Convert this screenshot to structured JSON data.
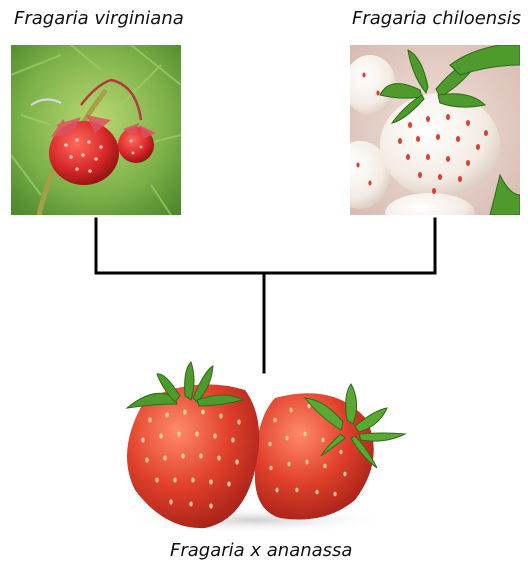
{
  "parents": {
    "left": {
      "name": "Fragaria virginiana",
      "image": "wild-red-strawberry-photo",
      "fruit_color": "#d8282a"
    },
    "right": {
      "name": "Fragaria chiloensis",
      "image": "white-pineberry-photo",
      "fruit_color": "#f3ebe3"
    }
  },
  "hybrid": {
    "name": "Fragaria x ananassa",
    "image": "garden-strawberry-pair-photo",
    "fruit_color": "#e0402c"
  },
  "colors": {
    "line": "#000000",
    "leaf": "#4e9a2c"
  }
}
